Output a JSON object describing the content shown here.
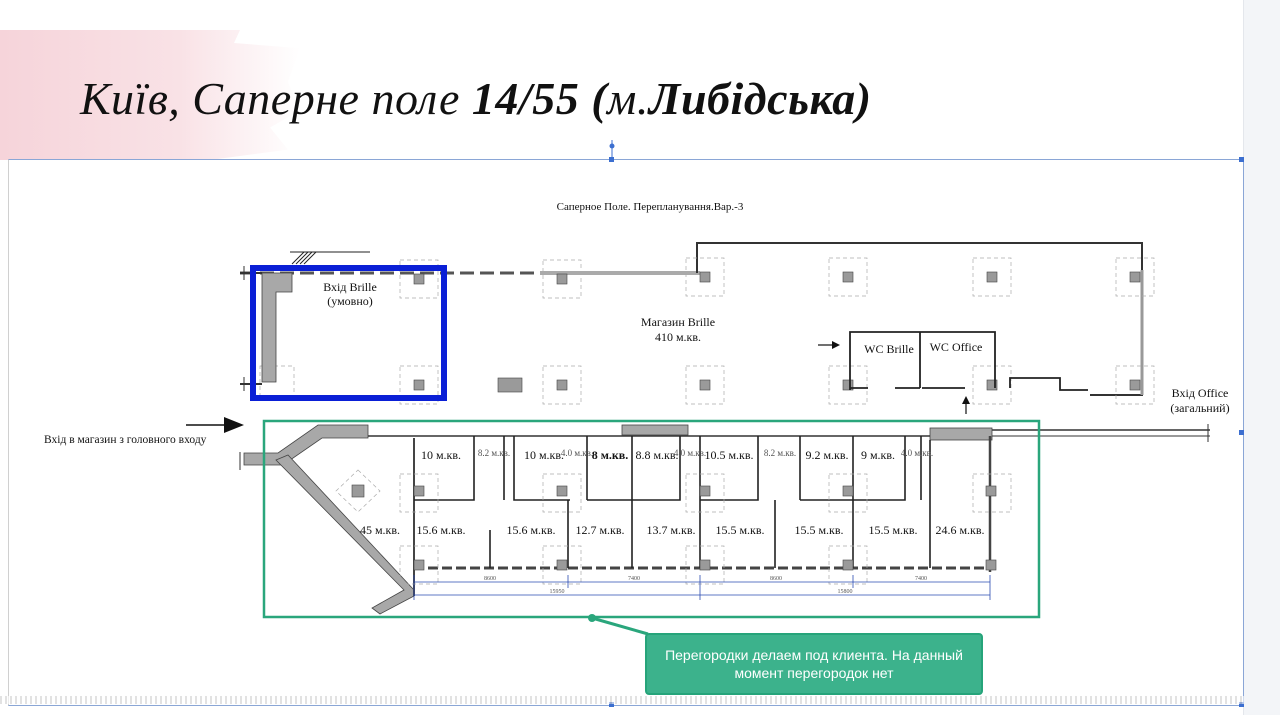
{
  "title": {
    "regular": "Київ, Саперне поле ",
    "bold1": "14/55 (",
    "regular2": "м.",
    "bold2": "Либідська",
    "bold3": ")"
  },
  "plan": {
    "caption": "Саперное Поле. Перепланування.Вар.-3",
    "store_name": "Магазин Brille",
    "store_area": "410 м.кв.",
    "entrance_brille_line1": "Вхід Brille",
    "entrance_brille_line2": "(умовно)",
    "wc_brille": "WC Brille",
    "wc_office": "WC Office",
    "entrance_office_line1": "Вхід Office",
    "entrance_office_line2": "(загальний)",
    "main_entrance": "Вхід в магазин з головного входу",
    "room_45": "45 м.кв.",
    "top_rooms": [
      {
        "label": "10 м.кв.",
        "bold": false
      },
      {
        "label": "8.2 м.кв.",
        "bold": false,
        "small": true
      },
      {
        "label": "10 м.кв.",
        "bold": false
      },
      {
        "label": "4.0 м.кв.",
        "bold": false,
        "small": true
      },
      {
        "label": "8 м.кв.",
        "bold": true
      },
      {
        "label": "8.8 м.кв.",
        "bold": false
      },
      {
        "label": "4.0 м.кв.",
        "bold": false,
        "small": true
      },
      {
        "label": "10.5 м.кв.",
        "bold": false
      },
      {
        "label": "8.2 м.кв.",
        "bold": false,
        "small": true
      },
      {
        "label": "9.2 м.кв.",
        "bold": false
      },
      {
        "label": "9 м.кв.",
        "bold": false
      },
      {
        "label": "4.0 м.кв.",
        "bold": false,
        "small": true
      }
    ],
    "bottom_rooms": [
      "15.6 м.кв.",
      "15.6 м.кв.",
      "12.7 м.кв.",
      "13.7 м.кв.",
      "15.5 м.кв.",
      "15.5 м.кв.",
      "15.5 м.кв.",
      "24.6 м.кв."
    ],
    "dimensions": [
      "8600",
      "7400",
      "8600",
      "7400",
      "15950",
      "15800"
    ]
  },
  "note": "Перегородки делаем под клиента. На данный момент перегородок нет",
  "colors": {
    "highlight_blue": "#0a1fd6",
    "highlight_green": "#2aa67c",
    "note_bg": "#3cb28c",
    "wall_gray": "#9a9a9a"
  }
}
